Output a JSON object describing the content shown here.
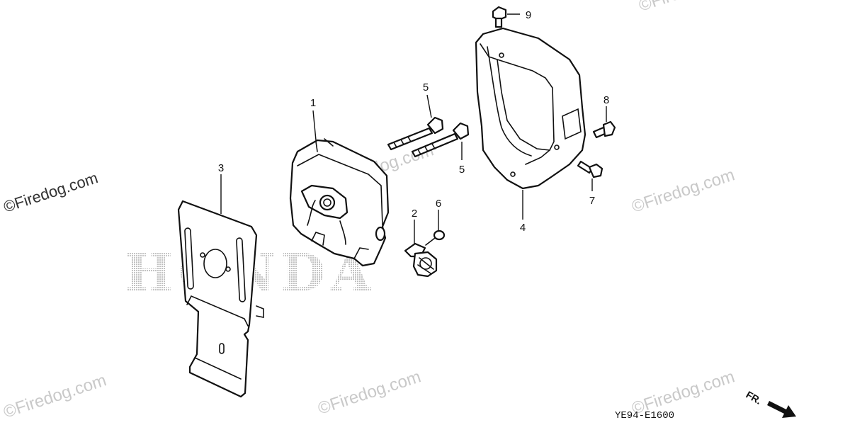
{
  "diagram": {
    "brand_watermark": "HONDA",
    "drawing_code": "YE94-E1600",
    "direction_label": "FR.",
    "watermarks": [
      "©Firedog.com",
      "©Firedog.com",
      "©Firedog.com",
      "©Firedog.com",
      "©Firedog.com",
      "©Firedog.com",
      "©Firedog.com"
    ],
    "callouts": [
      "1",
      "2",
      "3",
      "4",
      "5",
      "5",
      "6",
      "7",
      "8",
      "9"
    ]
  }
}
